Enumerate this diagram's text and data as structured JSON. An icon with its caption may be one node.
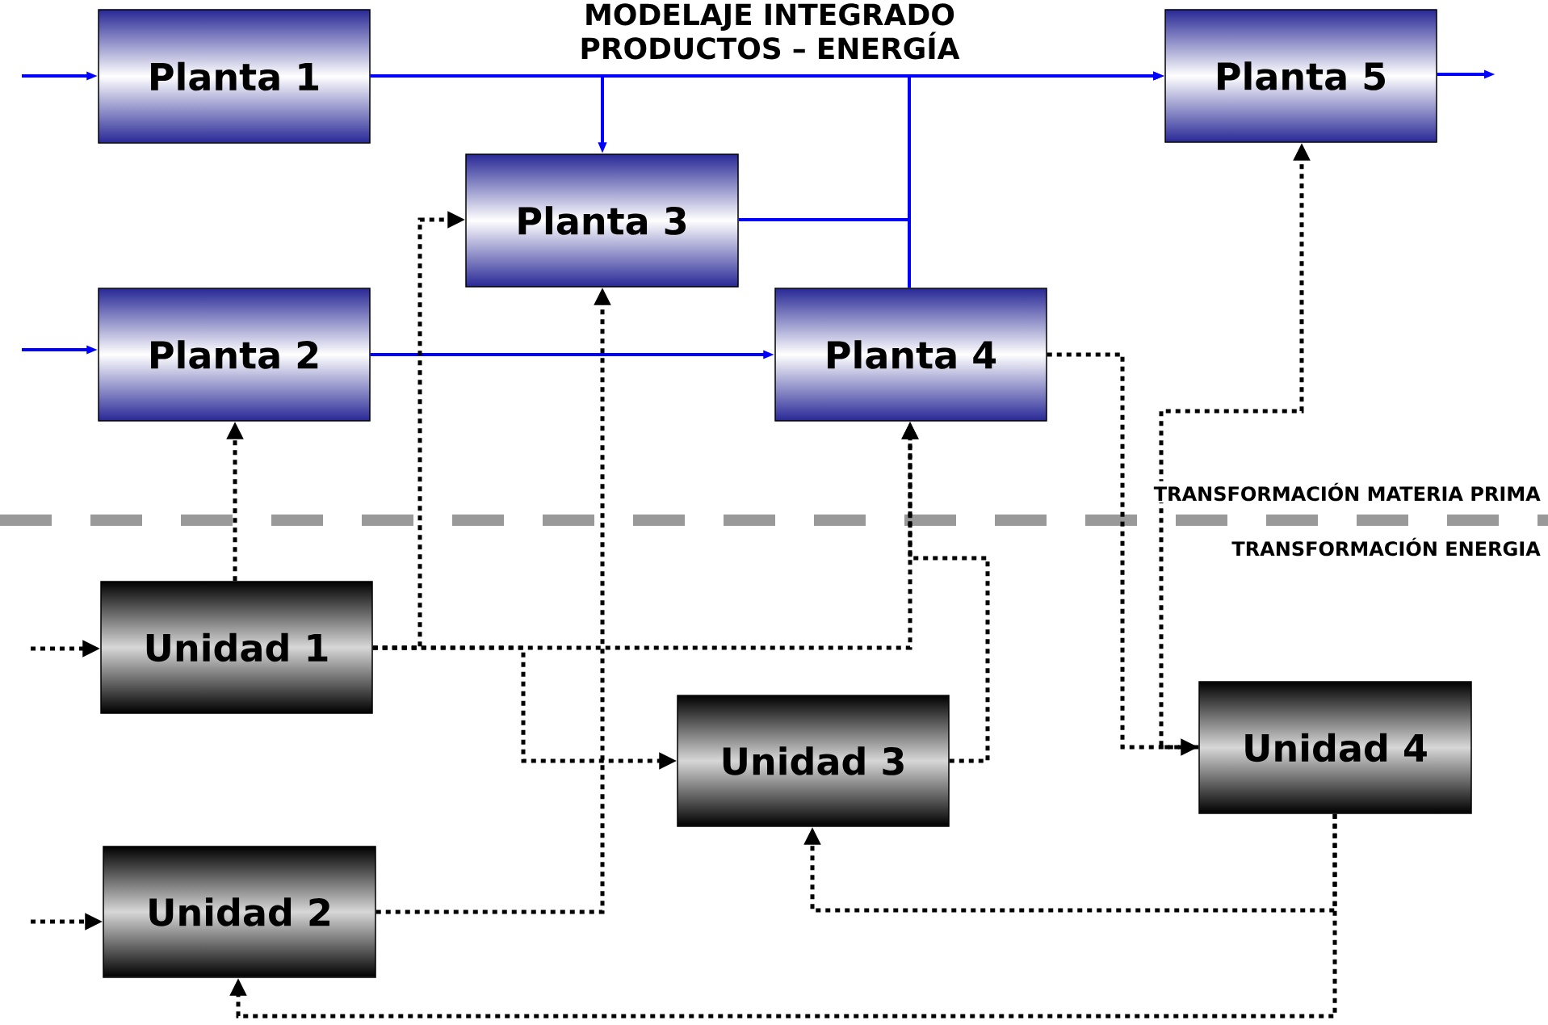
{
  "diagram": {
    "title": "MODELAJE INTEGRADO PRODUCTOS – ENERGÍA",
    "nodes": [
      {
        "text": [
          "Planta 1"
        ]
      },
      {
        "text": [
          "Planta 2"
        ]
      },
      {
        "text": [
          "Planta 3"
        ]
      },
      {
        "text": [
          "Planta 4"
        ]
      },
      {
        "text": [
          "Planta 5"
        ]
      },
      {
        "text": [
          "Unidad 1"
        ]
      },
      {
        "text": [
          "Unidad 2"
        ]
      },
      {
        "text": [
          "Unidad 3"
        ]
      },
      {
        "text": [
          "Unidad 4"
        ]
      }
    ],
    "edges": [
      {
        "from": null,
        "to": 0,
        "arrow": "to",
        "color": "#0000ff"
      },
      {
        "from": null,
        "to": 1,
        "arrow": "to",
        "color": "#0000ff"
      },
      {
        "from": 0,
        "to": 4,
        "arrow": "to",
        "color": "#0000ff"
      },
      {
        "from": 0,
        "to": 2,
        "arrow": "to",
        "color": "#0000ff"
      },
      {
        "from": 2,
        "to": 4,
        "arrow": "to",
        "color": "#0000ff"
      },
      {
        "from": 3,
        "to": 4,
        "arrow": "to",
        "color": "#0000ff"
      },
      {
        "from": 1,
        "to": 3,
        "arrow": "to",
        "color": "#0000ff"
      },
      {
        "from": 4,
        "to": null,
        "arrow": "to",
        "color": "#0000ff"
      },
      {
        "from": null,
        "to": 5,
        "arrow": "to",
        "style": "dashed"
      },
      {
        "from": null,
        "to": 6,
        "arrow": "to",
        "style": "dashed"
      },
      {
        "from": 5,
        "to": 1,
        "arrow": "to",
        "style": "dashed"
      },
      {
        "from": 5,
        "to": 2,
        "arrow": "to",
        "style": "dashed"
      },
      {
        "from": 5,
        "to": 3,
        "arrow": "to",
        "style": "dashed"
      },
      {
        "from": 5,
        "to": 7,
        "arrow": "to",
        "style": "dashed"
      },
      {
        "from": 7,
        "to": 3,
        "arrow": "to",
        "style": "dashed"
      },
      {
        "from": 6,
        "to": 2,
        "arrow": "to",
        "style": "dashed"
      },
      {
        "from": 3,
        "to": 8,
        "arrow": "to",
        "style": "dashed"
      },
      {
        "from": 8,
        "to": 4,
        "arrow": "to",
        "style": "dashed"
      },
      {
        "from": 8,
        "to": 7,
        "arrow": "to",
        "style": "dashed"
      },
      {
        "from": 8,
        "to": 6,
        "arrow": "to",
        "style": "dashed"
      }
    ],
    "labels": [
      "TRANSFORMACIÓN MATERIA PRIMA",
      "TRANSFORMACIÓN ENERGIA"
    ]
  }
}
